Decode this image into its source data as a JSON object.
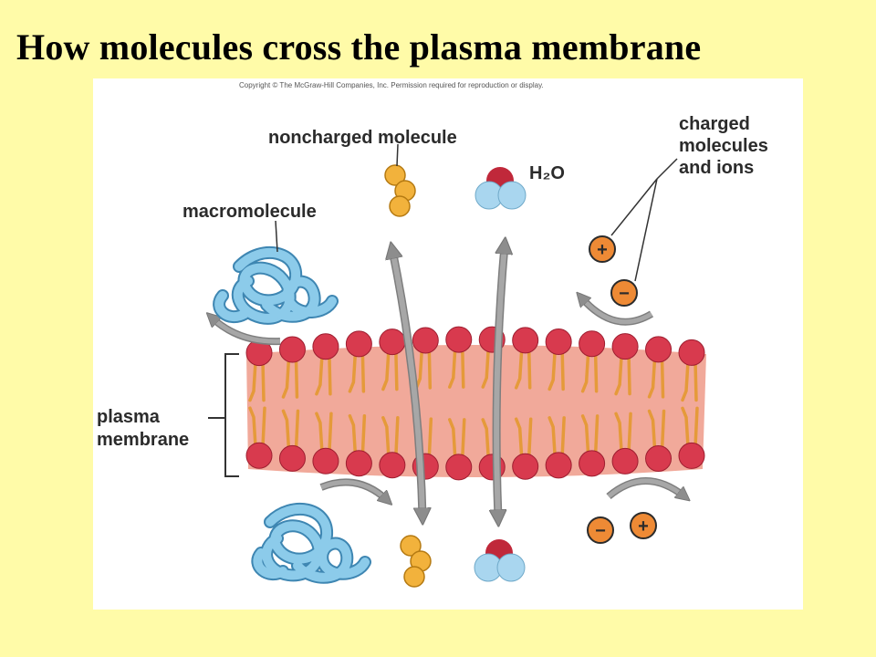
{
  "slide": {
    "title": "How molecules cross the plasma membrane",
    "copyright": "Copyright © The McGraw-Hill Companies, Inc. Permission required for reproduction or display."
  },
  "diagram": {
    "labels": {
      "noncharged": "noncharged molecule",
      "water": "H₂O",
      "macromolecule": "macromolecule",
      "charged_line1": "charged",
      "charged_line2": "molecules",
      "charged_line3": "and ions",
      "plasma_line1": "plasma",
      "plasma_line2": "membrane"
    },
    "ions": {
      "plus": "+",
      "minus": "−"
    },
    "colors": {
      "slide_background": "#FFFBA8",
      "phospholipid_head": "#D83A4E",
      "membrane_band": "#F1A99A",
      "lipid_tail": "#E59A3A",
      "arrow_gray": "#9A9A9A",
      "noncharged_molecule": "#F2B23C",
      "water_oxygen": "#C0283A",
      "water_hydrogen": "#A9D6EF",
      "macromolecule": "#8CCBEA",
      "ion": "#EE8A35"
    }
  }
}
